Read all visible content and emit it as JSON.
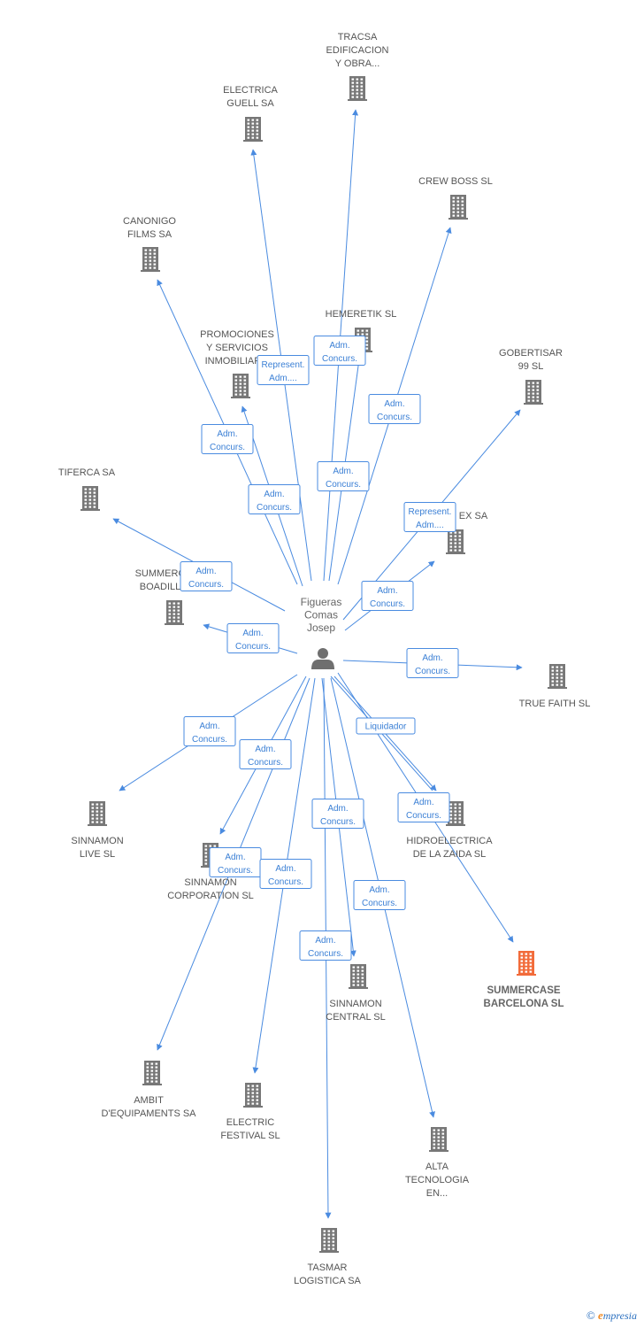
{
  "center": {
    "label": [
      "Figueras",
      "Comas",
      "Josep"
    ]
  },
  "colors": {
    "edge": "#4a8be0",
    "building": "#777777",
    "building_highlight": "#f26b3a",
    "label": "#555555"
  },
  "nodes": [
    {
      "id": "tracsa",
      "label": [
        "TRACSA",
        "EDIFICACION",
        "Y OBRA..."
      ]
    },
    {
      "id": "electrica-guell",
      "label": [
        "ELECTRICA",
        "GUELL SA"
      ]
    },
    {
      "id": "crew-boss",
      "label": [
        "CREW BOSS SL"
      ]
    },
    {
      "id": "canonigo",
      "label": [
        "CANONIGO",
        "FILMS SA"
      ]
    },
    {
      "id": "hemeretik",
      "label": [
        "HEMERETIK SL"
      ]
    },
    {
      "id": "promociones",
      "label": [
        "PROMOCIONES",
        "Y SERVICIOS",
        "INMOBILIAR..."
      ]
    },
    {
      "id": "gobertisar",
      "label": [
        "GOBERTISAR",
        "99  SL"
      ]
    },
    {
      "id": "tiferca",
      "label": [
        "TIFERCA SA"
      ]
    },
    {
      "id": "ex-sa",
      "label": [
        "EX SA"
      ]
    },
    {
      "id": "summercase-boadilla",
      "label": [
        "SUMMERC",
        "BOADILL"
      ]
    },
    {
      "id": "true-faith",
      "label": [
        "TRUE FAITH SL"
      ]
    },
    {
      "id": "sinnamon-live",
      "label": [
        "SINNAMON",
        "LIVE SL"
      ]
    },
    {
      "id": "hidroelectrica",
      "label": [
        "HIDROELECTRICA",
        "DE LA ZAIDA SL"
      ]
    },
    {
      "id": "sinnamon-corporation",
      "label": [
        "SINNAMON",
        "CORPORATION SL"
      ]
    },
    {
      "id": "summercase-barcelona",
      "label": [
        "SUMMERCASE",
        "BARCELONA SL"
      ],
      "highlight": true
    },
    {
      "id": "sinnamon-central",
      "label": [
        "SINNAMON",
        "CENTRAL SL"
      ]
    },
    {
      "id": "ambit",
      "label": [
        "AMBIT",
        "D'EQUIPAMENTS SA"
      ]
    },
    {
      "id": "electric-festival",
      "label": [
        "ELECTRIC",
        "FESTIVAL SL"
      ]
    },
    {
      "id": "alta-tecnologia",
      "label": [
        "ALTA",
        "TECNOLOGIA",
        "EN..."
      ]
    },
    {
      "id": "tasmar",
      "label": [
        "TASMAR",
        "LOGISTICA SA"
      ]
    }
  ],
  "edges": [
    {
      "to": "tracsa",
      "label": [
        "Adm.",
        "Concurs."
      ]
    },
    {
      "to": "electrica-guell",
      "label": [
        "Represent.",
        "Adm...."
      ]
    },
    {
      "to": "crew-boss",
      "label": [
        "Adm.",
        "Concurs."
      ]
    },
    {
      "to": "canonigo",
      "label": [
        "Adm.",
        "Concurs."
      ]
    },
    {
      "to": "hemeretik",
      "label": [
        "Adm.",
        "Concurs."
      ]
    },
    {
      "to": "promociones",
      "label": [
        "Adm.",
        "Concurs."
      ]
    },
    {
      "to": "gobertisar",
      "label": [
        "Represent.",
        "Adm...."
      ]
    },
    {
      "to": "tiferca",
      "label": [
        "Adm.",
        "Concurs."
      ]
    },
    {
      "to": "ex-sa",
      "label": [
        "Adm.",
        "Concurs."
      ]
    },
    {
      "to": "summercase-boadilla",
      "label": [
        "Adm.",
        "Concurs."
      ]
    },
    {
      "to": "true-faith",
      "label": [
        "Adm.",
        "Concurs."
      ]
    },
    {
      "to": "sinnamon-live",
      "label": [
        "Adm.",
        "Concurs."
      ]
    },
    {
      "to": "hidroelectrica",
      "label": [
        "Liquidador"
      ]
    },
    {
      "to": "summercase-barcelona",
      "label": [
        "Adm.",
        "Concurs."
      ]
    },
    {
      "to": "sinnamon-corporation",
      "label": [
        "Adm.",
        "Concurs."
      ]
    },
    {
      "to": "ambit",
      "label": [
        "Adm.",
        "Concurs."
      ]
    },
    {
      "to": "electric-festival",
      "label": [
        "Adm.",
        "Concurs."
      ]
    },
    {
      "to": "sinnamon-central",
      "label": [
        "Adm.",
        "Concurs."
      ]
    },
    {
      "to": "alta-tecnologia",
      "label": [
        "Adm.",
        "Concurs."
      ]
    },
    {
      "to": "tasmar",
      "label": [
        "Adm.",
        "Concurs."
      ]
    }
  ],
  "footer": {
    "copyright": "©",
    "brand_initial": "e",
    "brand_rest": "mpresia"
  }
}
